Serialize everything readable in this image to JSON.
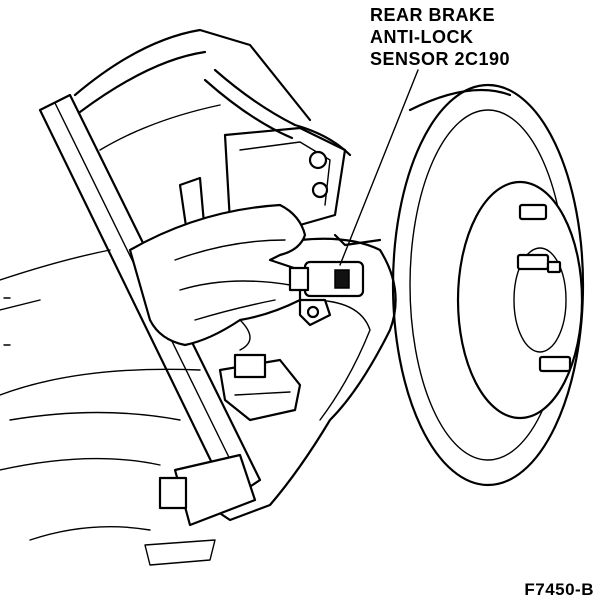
{
  "illustration": {
    "callout": {
      "line1": "REAR BRAKE",
      "line2": "ANTI-LOCK",
      "line3": "SENSOR 2C190"
    },
    "figure_number": "F7450-B"
  }
}
